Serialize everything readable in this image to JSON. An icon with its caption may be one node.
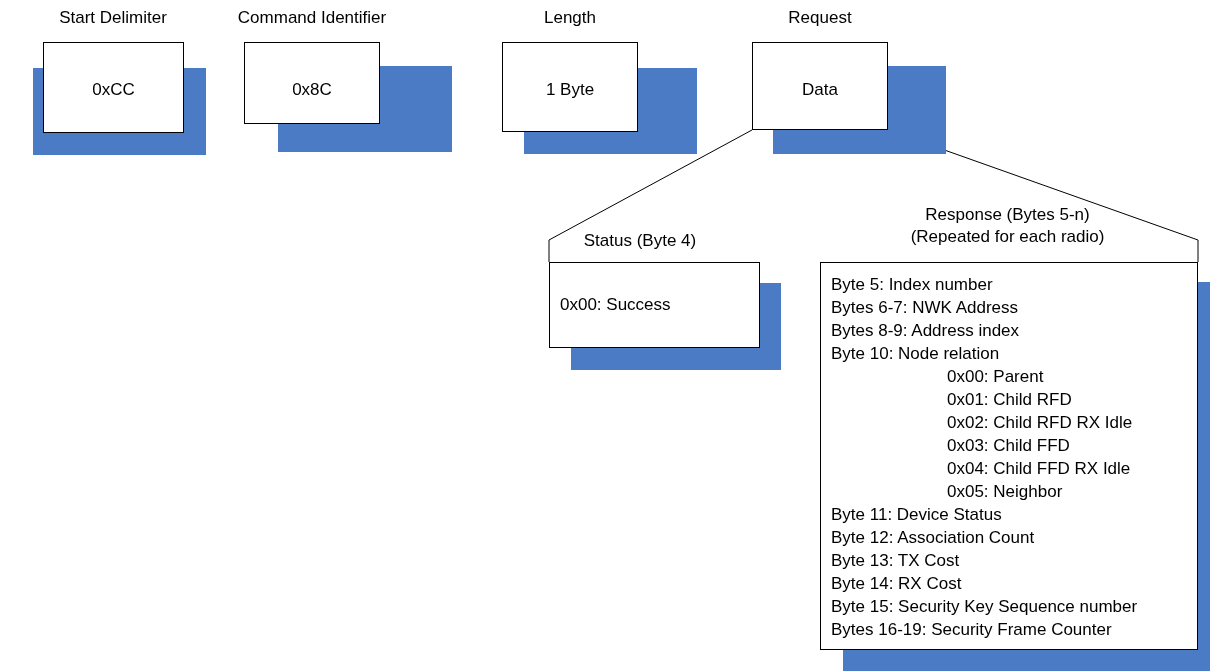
{
  "diagram": {
    "nodes": [
      {
        "text": [
          "Start Delimiter",
          "0xCC"
        ]
      },
      {
        "text": [
          "Command Identifier",
          "0x8C"
        ]
      },
      {
        "text": [
          "Length",
          "1 Byte"
        ]
      },
      {
        "text": [
          "Request",
          "Data"
        ]
      },
      {
        "text": [
          "Status (Byte 4)",
          "0x00: Success"
        ]
      },
      {
        "text": [
          "Response (Bytes 5-n) (Repeated for each radio)",
          "Byte 5: Index number",
          "Bytes 6-7: NWK Address",
          "Bytes 8-9: Address index",
          "Byte 10: Node relation",
          "0x00: Parent",
          "0x01: Child RFD",
          "0x02: Child RFD RX Idle",
          "0x03: Child FFD",
          "0x04: Child FFD RX Idle",
          "0x05: Neighbor",
          "Byte 11: Device Status",
          "Byte 12: Association Count",
          "Byte 13: TX Cost",
          "Byte 14: RX Cost",
          "Byte 15: Security Key Sequence number",
          "Bytes 16-19: Security Frame Counter"
        ]
      }
    ],
    "edges": [
      {
        "from": 3,
        "to": 4,
        "arrow": "none"
      },
      {
        "from": 3,
        "to": 5,
        "arrow": "none"
      }
    ]
  }
}
